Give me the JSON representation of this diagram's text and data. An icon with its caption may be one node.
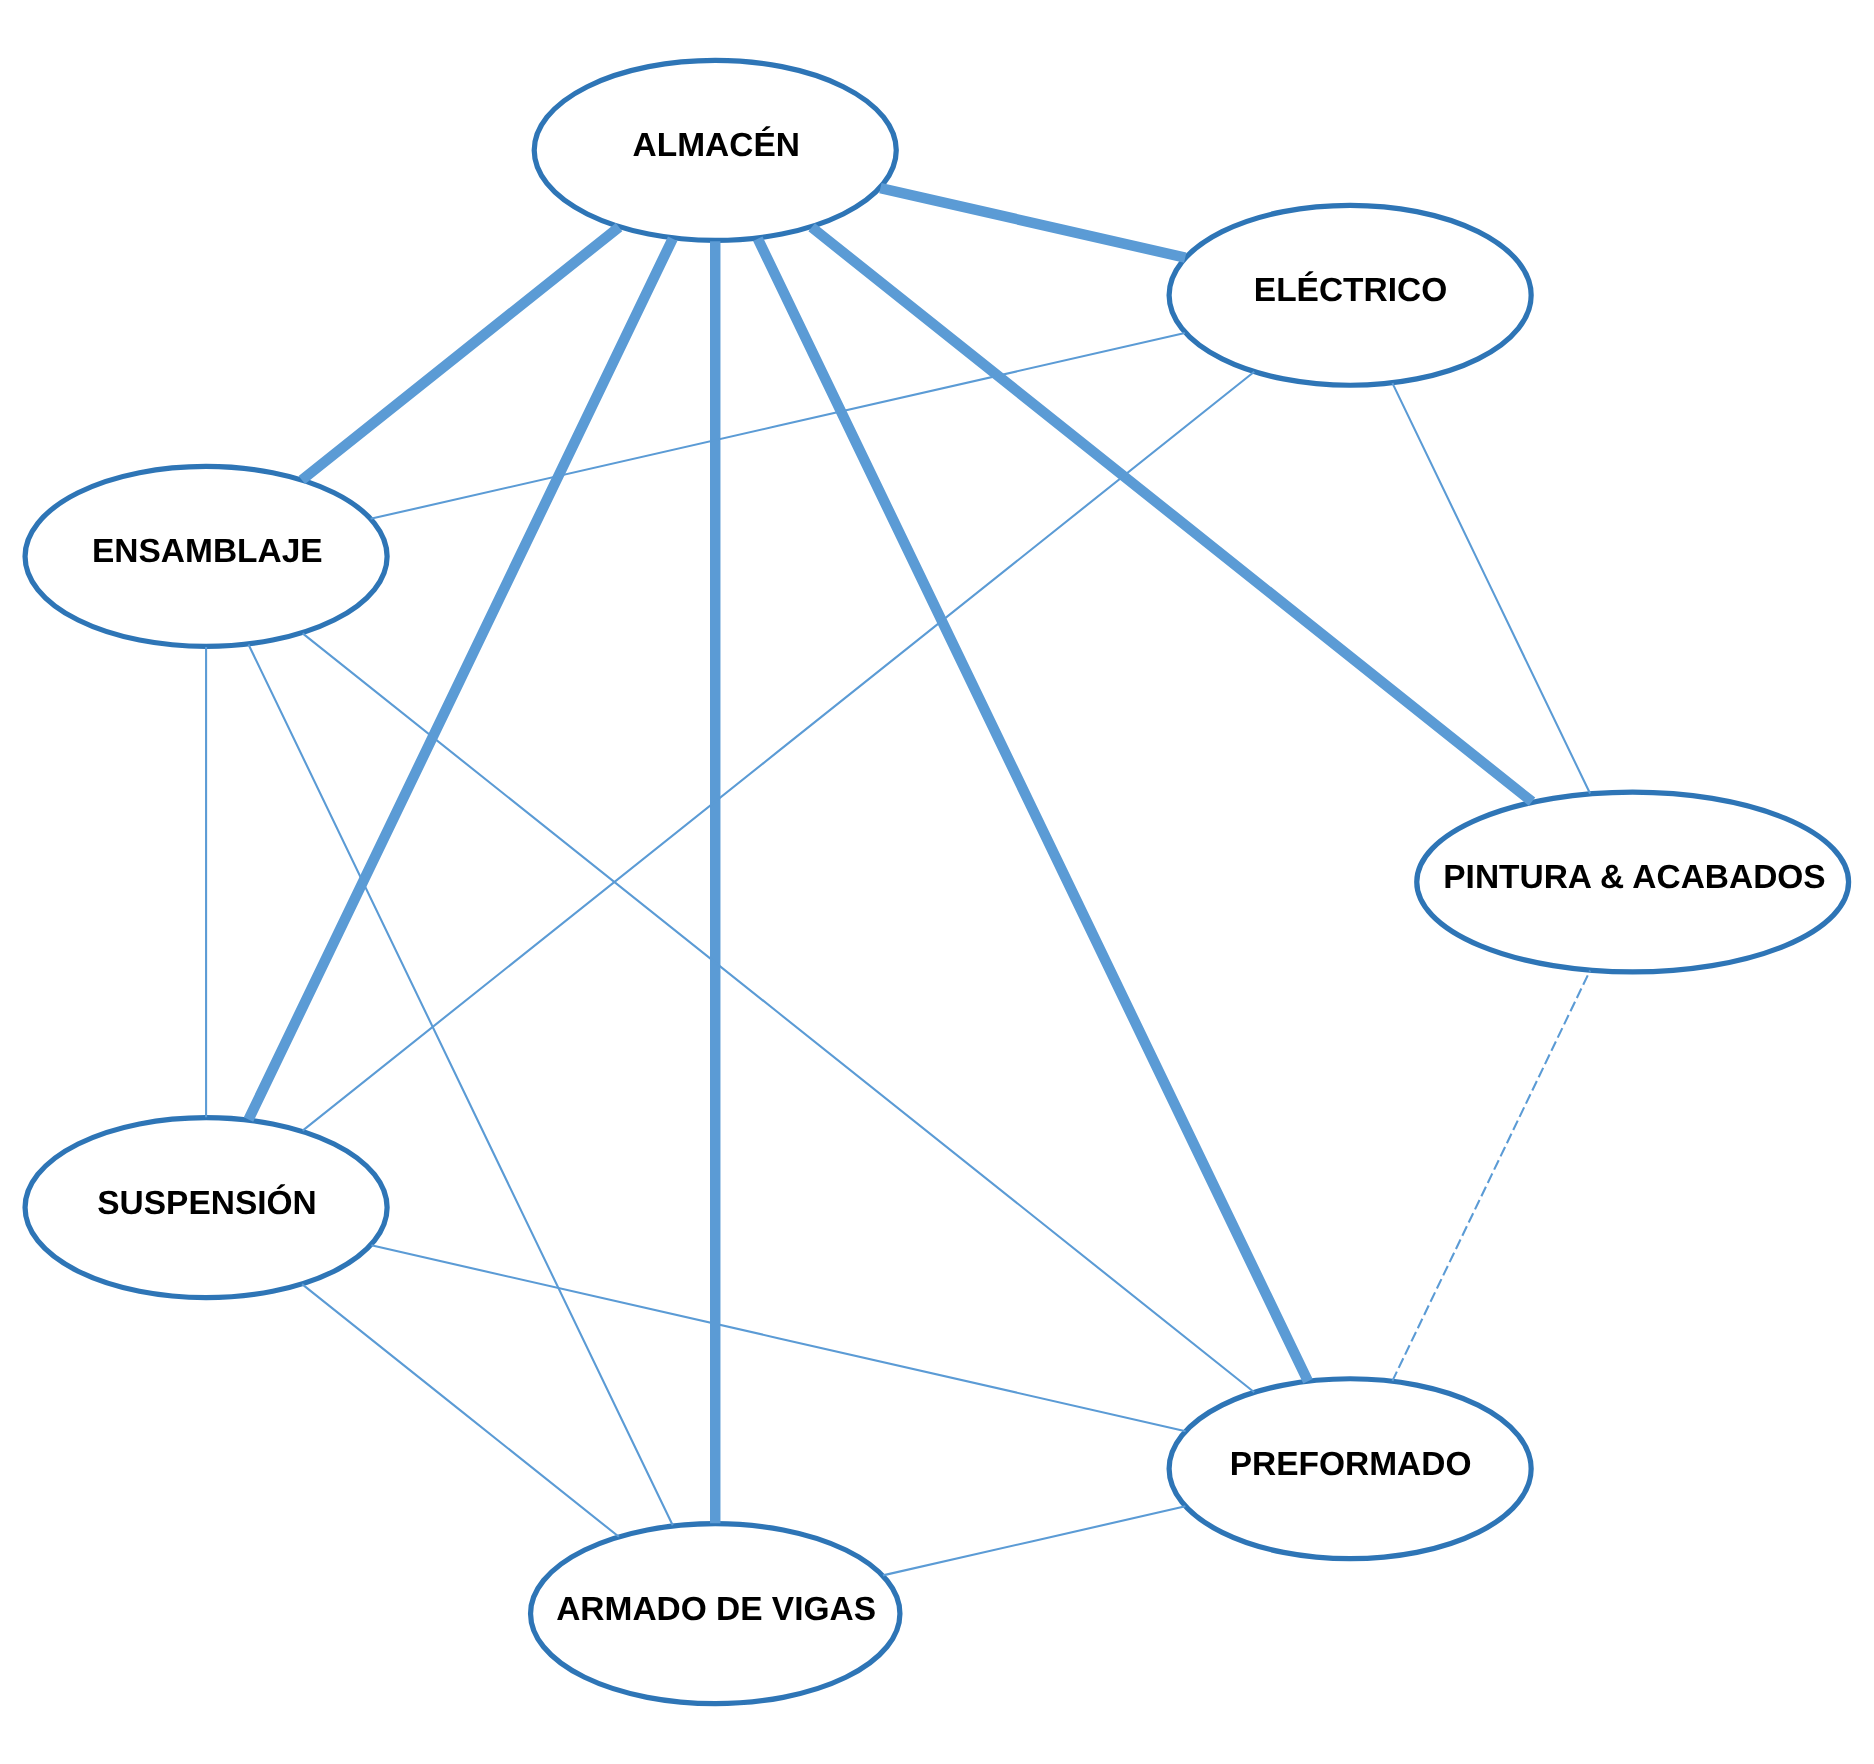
{
  "diagram": {
    "nodes": [
      {
        "text": [
          "PREFORMADO"
        ]
      },
      {
        "text": [
          "ARMADO DE VIGAS"
        ]
      },
      {
        "text": [
          "ENSAMBLAJE"
        ]
      },
      {
        "text": [
          "ALMACÉN"
        ]
      },
      {
        "text": [
          "SUSPENSIÓN"
        ]
      },
      {
        "text": [
          "PINTURA & ACABADOS"
        ]
      },
      {
        "text": [
          "ELÉCTRICO"
        ]
      }
    ],
    "edges": [
      {
        "from": 1,
        "to": 0,
        "arrow": "none"
      },
      {
        "from": 2,
        "to": 0,
        "arrow": "none"
      },
      {
        "from": 0,
        "to": 4,
        "arrow": "none"
      },
      {
        "from": 0,
        "to": 3,
        "arrow": "none",
        "style": "thick"
      },
      {
        "from": 0,
        "to": 5,
        "arrow": "none",
        "style": "dashed"
      },
      {
        "from": 1,
        "to": 2,
        "arrow": "none"
      },
      {
        "from": 1,
        "to": 3,
        "arrow": "none",
        "style": "thick"
      },
      {
        "from": 1,
        "to": 4,
        "arrow": "none"
      },
      {
        "from": 2,
        "to": 3,
        "arrow": "none",
        "style": "thick"
      },
      {
        "from": 2,
        "to": 4,
        "arrow": "none"
      },
      {
        "from": 2,
        "to": 6,
        "arrow": "none"
      },
      {
        "from": 3,
        "to": 4,
        "arrow": "none",
        "style": "thick"
      },
      {
        "from": 3,
        "to": 6,
        "arrow": "none",
        "style": "thick"
      },
      {
        "from": 3,
        "to": 5,
        "arrow": "none",
        "style": "thick"
      },
      {
        "from": 4,
        "to": 6,
        "arrow": "none"
      },
      {
        "from": 6,
        "to": 5,
        "arrow": "none"
      }
    ]
  }
}
